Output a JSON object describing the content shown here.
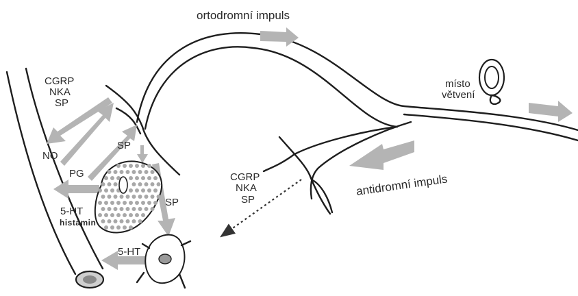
{
  "diagram": {
    "title": "",
    "labels": {
      "orthodromic": "ortodromní impuls",
      "antidromic": "antidromní impuls",
      "branch_point_line1": "místo",
      "branch_point_line2": "větvení",
      "left_peptides": [
        "CGRP",
        "NKA",
        "SP"
      ],
      "center_peptides": [
        "CGRP",
        "NKA",
        "SP"
      ],
      "no": "NO",
      "pg": "PG",
      "sp_top": "SP",
      "sp_right": "SP",
      "serotonin_mast": "5-HT",
      "histamin": "histamin",
      "serotonin_platelet": "5-HT"
    },
    "colors": {
      "arrow": "#b4b4b4",
      "line": "#1e1e1e",
      "granule": "#a8a8a8",
      "dotted_arrow": "#333333"
    }
  }
}
